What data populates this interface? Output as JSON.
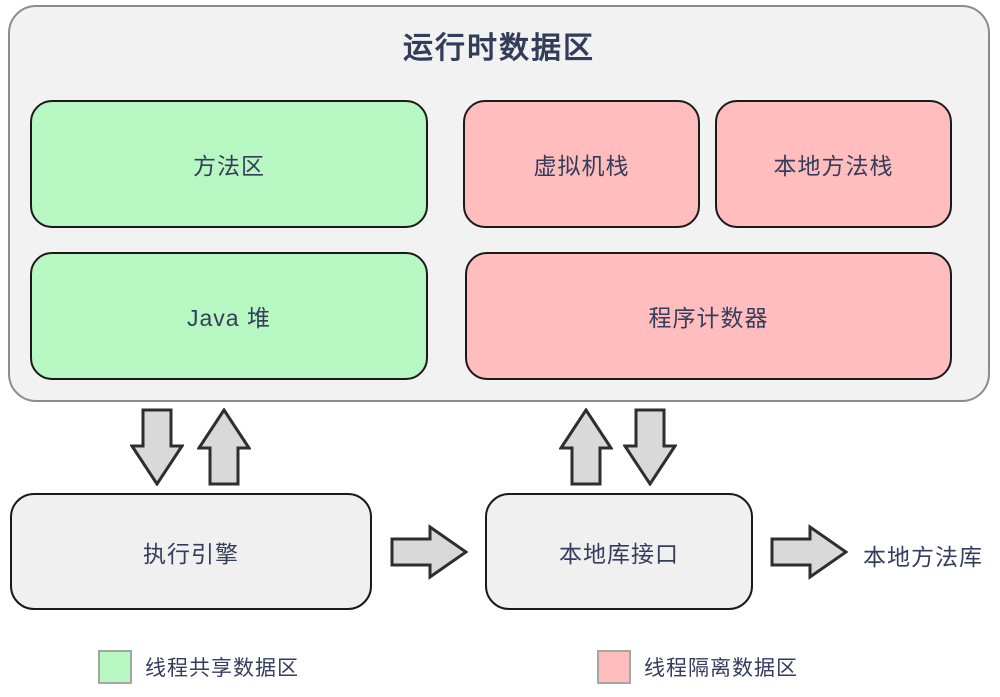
{
  "runtime": {
    "title": "运行时数据区",
    "boxes": [
      {
        "id": "method-area",
        "label": "方法区",
        "type": "shared"
      },
      {
        "id": "vm-stack",
        "label": "虚拟机栈",
        "type": "isolated"
      },
      {
        "id": "native-method-stack",
        "label": "本地方法栈",
        "type": "isolated"
      },
      {
        "id": "java-heap",
        "label": "Java 堆",
        "type": "shared"
      },
      {
        "id": "program-counter",
        "label": "程序计数器",
        "type": "isolated"
      }
    ]
  },
  "flow": {
    "engine_label": "执行引擎",
    "native_interface_label": "本地库接口",
    "native_library_label": "本地方法库"
  },
  "legend": [
    {
      "label": "线程共享数据区",
      "color": "#b7f7c2"
    },
    {
      "label": "线程隔离数据区",
      "color": "#ffbdbd"
    }
  ],
  "colors": {
    "shared_fill": "#b7f7c2",
    "isolated_fill": "#ffbdbd",
    "container_fill": "#f2f2f2",
    "container_border": "#8c8c8c",
    "flow_box_fill": "#f0f0f0",
    "box_border": "#1a1a1a",
    "arrow_fill": "#d9d9d9",
    "arrow_stroke": "#2e2e2e",
    "text": "#343d5c"
  }
}
